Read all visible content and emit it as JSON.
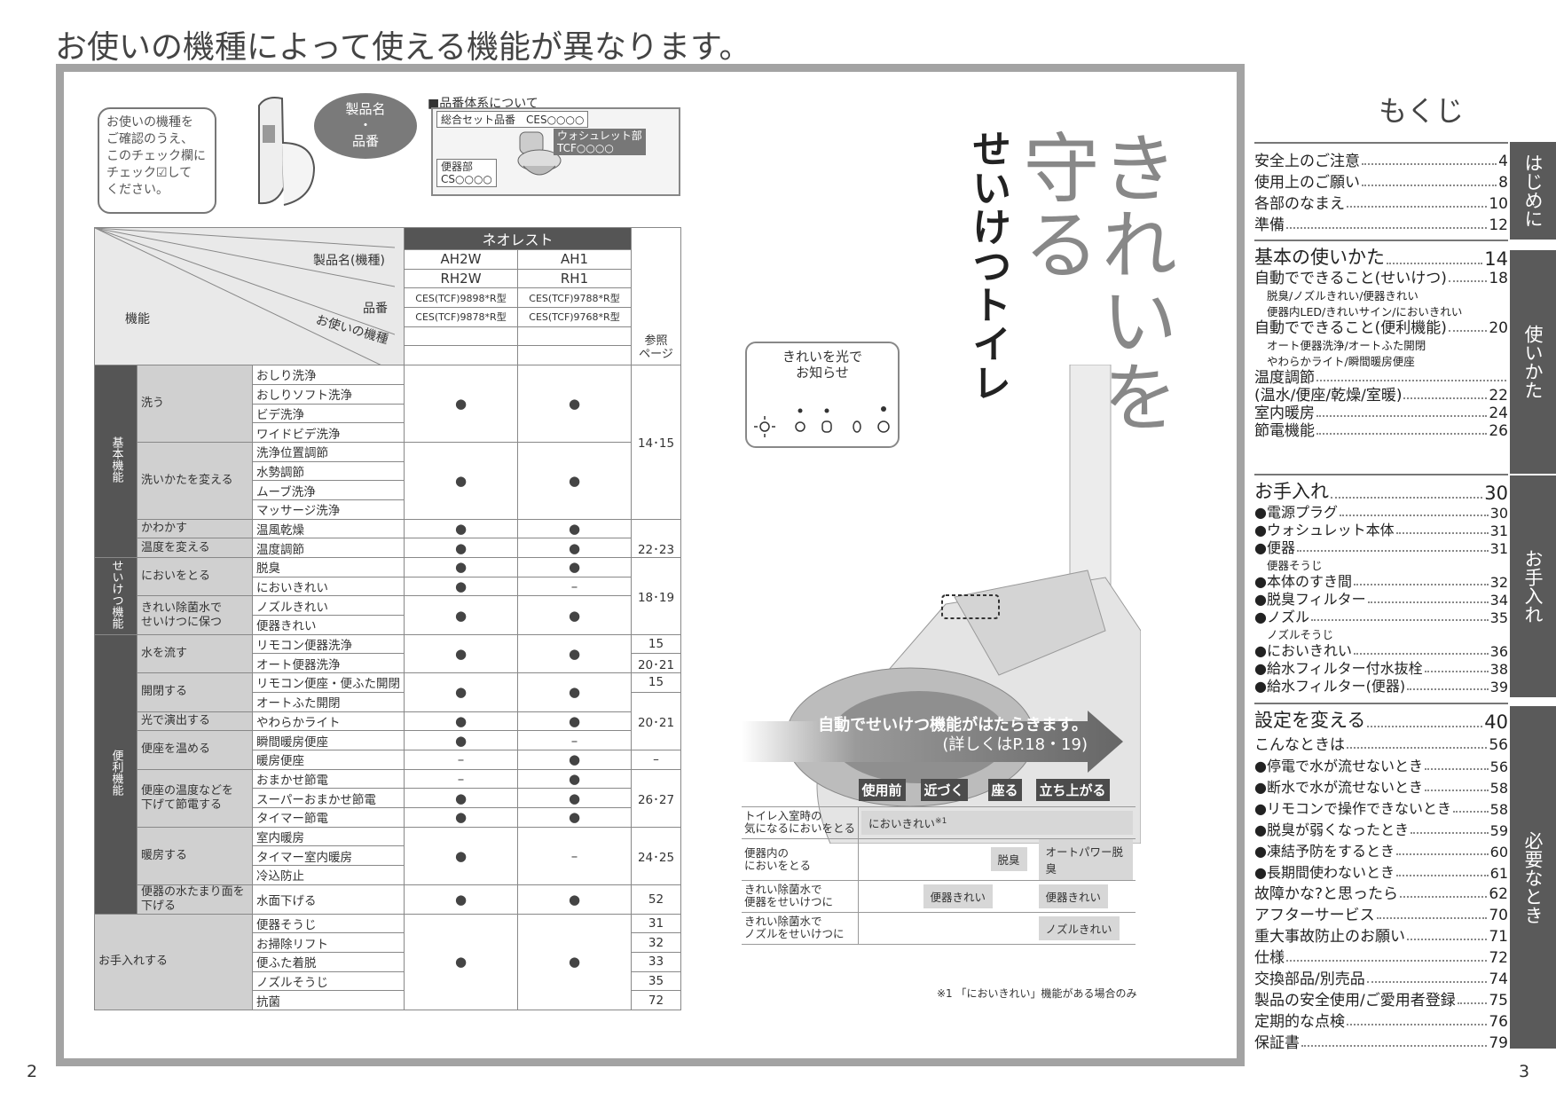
{
  "page_heading": "お使いの機種によって使える機能が異なります。",
  "page_left": "2",
  "page_right": "3",
  "bubble": "お使いの機種を\nご確認のうえ、\nこのチェック欄に\nチェック☑して\nください。",
  "product_callout": [
    "製品名",
    "・",
    "品番"
  ],
  "hinban": {
    "title": "■品番体系について",
    "set": "総合セット品番　CES○○○○",
    "washlet": "ウォシュレット部",
    "washlet_code": "TCF○○○○",
    "bowl": "便器部",
    "bowl_code": "CS○○○○"
  },
  "table": {
    "brand": "ネオレスト",
    "diag": {
      "product": "製品名(機種)",
      "hinban": "品番",
      "usage": "お使いの機種",
      "func": "機能"
    },
    "models": [
      [
        "AH2W",
        "RH2W"
      ],
      [
        "AH1",
        "RH1"
      ]
    ],
    "codes": [
      [
        "CES(TCF)9898*R型",
        "CES(TCF)9878*R型"
      ],
      [
        "CES(TCF)9788*R型",
        "CES(TCF)9768*R型"
      ]
    ],
    "ref": "参照\nページ",
    "cats": {
      "basic": "基本機能",
      "clean": "せいけつ機能",
      "conv": "便利機能",
      "care": "お手入れする"
    },
    "groups": {
      "arau": "洗う",
      "kaeru": "洗いかたを変える",
      "kawakasu": "かわかす",
      "ondo": "温度を変える",
      "nioi": "においをとる",
      "jokin": "きれい除菌水で\nせいけつに保つ",
      "mizu": "水を流す",
      "kaihei": "開閉する",
      "hikari": "光で演出する",
      "atatame": "便座を温める",
      "setsuden": "便座の温度などを\n下げて節電する",
      "danbou": "暖房する",
      "suimen": "便器の水たまり面を\n下げる"
    },
    "funcs": [
      "おしり洗浄",
      "おしりソフト洗浄",
      "ビデ洗浄",
      "ワイドビデ洗浄",
      "洗浄位置調節",
      "水勢調節",
      "ムーブ洗浄",
      "マッサージ洗浄",
      "温風乾燥",
      "温度調節",
      "脱臭",
      "においきれい",
      "ノズルきれい",
      "便器きれい",
      "リモコン便器洗浄",
      "オート便器洗浄",
      "リモコン便座・便ふた開閉",
      "オートふた開閉",
      "やわらかライト",
      "瞬間暖房便座",
      "暖房便座",
      "おまかせ節電",
      "スーパーおまかせ節電",
      "タイマー節電",
      "室内暖房",
      "タイマー室内暖房",
      "冷込防止",
      "水面下げる",
      "便器そうじ",
      "お掃除リフト",
      "便ふた着脱",
      "ノズルそうじ",
      "抗菌"
    ],
    "dot": "●",
    "dash": "–",
    "pages": {
      "p1": "14･15",
      "p2": "22･23",
      "p3": "18･19",
      "p4": "15",
      "p5": "20･21",
      "p6": "15",
      "p7": "20･21",
      "p8": "–",
      "p9": "26･27",
      "p10": "24･25",
      "p11": "52",
      "p12": "31",
      "p13": "32",
      "p14": "33",
      "p15": "35",
      "p16": "72"
    }
  },
  "hero": {
    "t1": "きれいを",
    "t2": "守る",
    "t3": "せいけつトイレ"
  },
  "light_box": "きれいを光で\nお知らせ",
  "banner": {
    "main": "自動でせいけつ機能がはたらきます。",
    "sub": "(詳しくはP.18・19)"
  },
  "phases": {
    "heads": [
      "使用前",
      "近づく",
      "座る",
      "立ち上がる"
    ],
    "rows": [
      {
        "label": "トイレ入室時の\n気になるにおいをとる",
        "a": "においきれい",
        "a_sup": "※1"
      },
      {
        "label": "便器内の\nにおいをとる",
        "a": "脱臭",
        "b": "オートパワー脱臭"
      },
      {
        "label": "きれい除菌水で\n便器をせいけつに",
        "a": "便器きれい",
        "b": "便器きれい"
      },
      {
        "label": "きれい除菌水で\nノズルをせいけつに",
        "a": "ノズルきれい"
      }
    ],
    "note": "※1 「においきれい」機能がある場合のみ"
  },
  "toc": {
    "title": "もくじ",
    "tabs": [
      "はじめに",
      "使いかた",
      "お手入れ",
      "必要なとき"
    ],
    "s1": [
      [
        "安全上のご注意",
        "4"
      ],
      [
        "使用上のご願い",
        "8"
      ],
      [
        "各部のなまえ",
        "10"
      ],
      [
        "準備",
        "12"
      ]
    ],
    "s2": [
      [
        "基本の使いかた",
        "14"
      ],
      [
        "自動でできること(せいけつ)",
        "18"
      ],
      [
        "脱臭/ノズルきれい/便器きれい",
        ""
      ],
      [
        "便器内LED/きれいサイン/においきれい",
        ""
      ],
      [
        "自動でできること(便利機能)",
        "20"
      ],
      [
        "オート便器洗浄/オートふた開閉",
        ""
      ],
      [
        "やわらかライト/瞬間暖房便座",
        ""
      ],
      [
        "温度調節",
        ""
      ],
      [
        "(温水/便座/乾燥/室暖)",
        "22"
      ],
      [
        "室内暖房",
        "24"
      ],
      [
        "節電機能",
        "26"
      ]
    ],
    "s3": [
      [
        "お手入れ",
        "30"
      ],
      [
        "●電源プラグ",
        "30"
      ],
      [
        "●ウォシュレット本体",
        "31"
      ],
      [
        "●便器",
        "31"
      ],
      [
        "便器そうじ",
        ""
      ],
      [
        "●本体のすき間",
        "32"
      ],
      [
        "●脱臭フィルター",
        "34"
      ],
      [
        "●ノズル",
        "35"
      ],
      [
        "ノズルそうじ",
        ""
      ],
      [
        "●においきれい",
        "36"
      ],
      [
        "●給水フィルター付水抜栓",
        "38"
      ],
      [
        "●給水フィルター(便器)",
        "39"
      ]
    ],
    "s4": [
      [
        "設定を変える",
        "40"
      ],
      [
        "こんなときは",
        "56"
      ],
      [
        "●停電で水が流せないとき",
        "56"
      ],
      [
        "●断水で水が流せないとき",
        "58"
      ],
      [
        "●リモコンで操作できないとき",
        "58"
      ],
      [
        "●脱臭が弱くなったとき",
        "59"
      ],
      [
        "●凍結予防をするとき",
        "60"
      ],
      [
        "●長期間使わないとき",
        "61"
      ],
      [
        "故障かな?と思ったら",
        "62"
      ],
      [
        "アフターサービス",
        "70"
      ],
      [
        "重大事故防止のお願い",
        "71"
      ],
      [
        "仕様",
        "72"
      ],
      [
        "交換部品/別売品",
        "74"
      ],
      [
        "製品の安全使用/ご愛用者登録",
        "75"
      ],
      [
        "定期的な点検",
        "76"
      ],
      [
        "保証書",
        "79"
      ]
    ]
  },
  "colors": {
    "dark_gray": "#555555",
    "frame": "#a3a3a3",
    "group_fill": "#d0d0d0"
  }
}
